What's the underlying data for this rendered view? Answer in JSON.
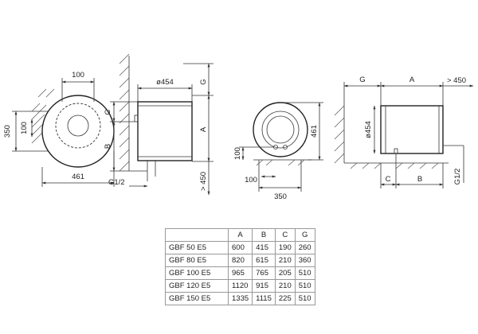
{
  "views": {
    "front": {
      "dim_top": "100",
      "dim_left": "350",
      "dim_mid": "100",
      "dim_bottom": "461"
    },
    "side": {
      "dim_diam": "ø454",
      "dim_g": "G",
      "dim_c": "C",
      "dim_b": "B",
      "dim_a": "A",
      "dim_g12": "G1/2",
      "dim_clear": "> 450"
    },
    "bottom": {
      "dim_height": "461",
      "dim_100": "100",
      "dim_350": "350"
    },
    "horizontal": {
      "dim_g": "G",
      "dim_a": "A",
      "dim_clear": "> 450",
      "dim_diam": "ø454",
      "dim_c": "C",
      "dim_b": "B",
      "dim_g12": "G1/2"
    }
  },
  "table": {
    "headers": [
      "",
      "A",
      "B",
      "C",
      "G"
    ],
    "rows": [
      [
        "GBF 50 E5",
        "600",
        "415",
        "190",
        "260"
      ],
      [
        "GBF 80 E5",
        "820",
        "615",
        "210",
        "360"
      ],
      [
        "GBF 100 E5",
        "965",
        "765",
        "205",
        "510"
      ],
      [
        "GBF 120 E5",
        "1120",
        "915",
        "210",
        "510"
      ],
      [
        "GBF 150 E5",
        "1335",
        "1115",
        "225",
        "510"
      ]
    ]
  }
}
